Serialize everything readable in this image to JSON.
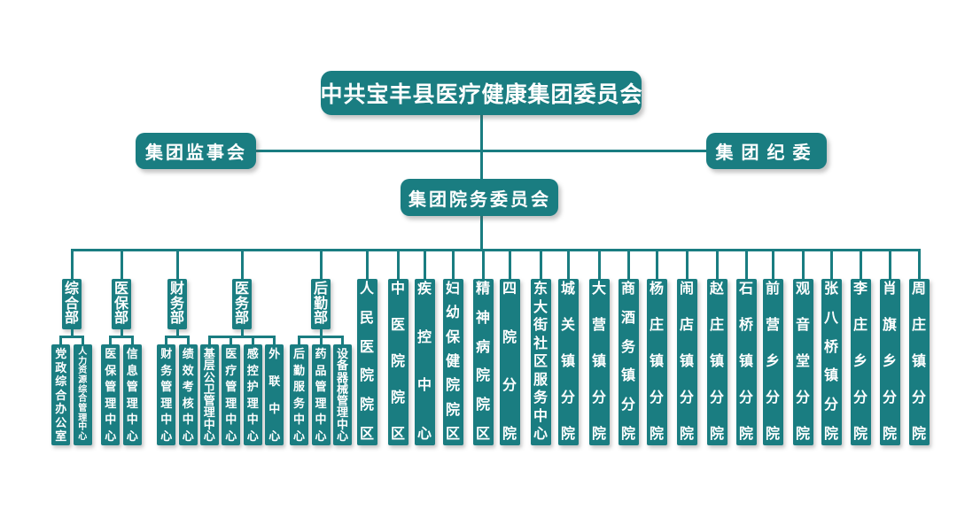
{
  "palette": {
    "node_teal": "#1a7d81",
    "text_white": "#ffffff",
    "page_background": "#ffffff"
  },
  "org": {
    "root": "中共宝丰县医疗健康集团委员会",
    "supervisory_board": "集团监事会",
    "discipline_committee": "集团纪委",
    "council": "集团院务委员会",
    "departments": [
      {
        "label": "综合部",
        "centers": [
          "党政综合办公室",
          "人力资源综合管理中心"
        ]
      },
      {
        "label": "医保部",
        "centers": [
          "医保管理中心",
          "信息管理中心"
        ]
      },
      {
        "label": "财务部",
        "centers": [
          "财务管理中心",
          "绩效考核中心"
        ]
      },
      {
        "label": "医务部",
        "centers": [
          "基层公卫管理中心",
          "医疗管理中心",
          "感控护理中心",
          "外联中心"
        ]
      },
      {
        "label": "后勤部",
        "centers": [
          "后勤服务中心",
          "药品管理中心",
          "设备器械管理中心"
        ]
      }
    ],
    "branches": [
      "人民医院院区",
      "中医院院区",
      "疾控中心",
      "妇幼保健院院区",
      "精神病院院区",
      "四院分院",
      "东大街社区服务中心",
      "城关镇分院",
      "大营镇分院",
      "商酒务镇分院",
      "杨庄镇分院",
      "闹店镇分院",
      "赵庄镇分院",
      "石桥镇分院",
      "前营乡分院",
      "观音堂分院",
      "张八桥镇分院",
      "李庄乡分院",
      "肖旗乡分院",
      "周庄镇分院"
    ]
  }
}
